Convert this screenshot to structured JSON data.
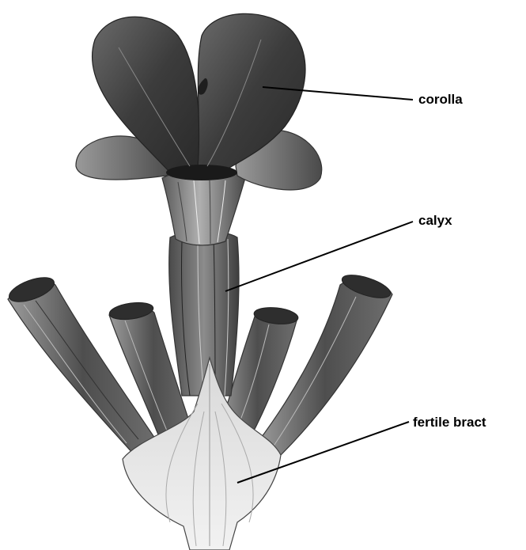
{
  "labels": {
    "corolla": "corolla",
    "calyx": "calyx",
    "fertile_bract": "fertile bract"
  }
}
